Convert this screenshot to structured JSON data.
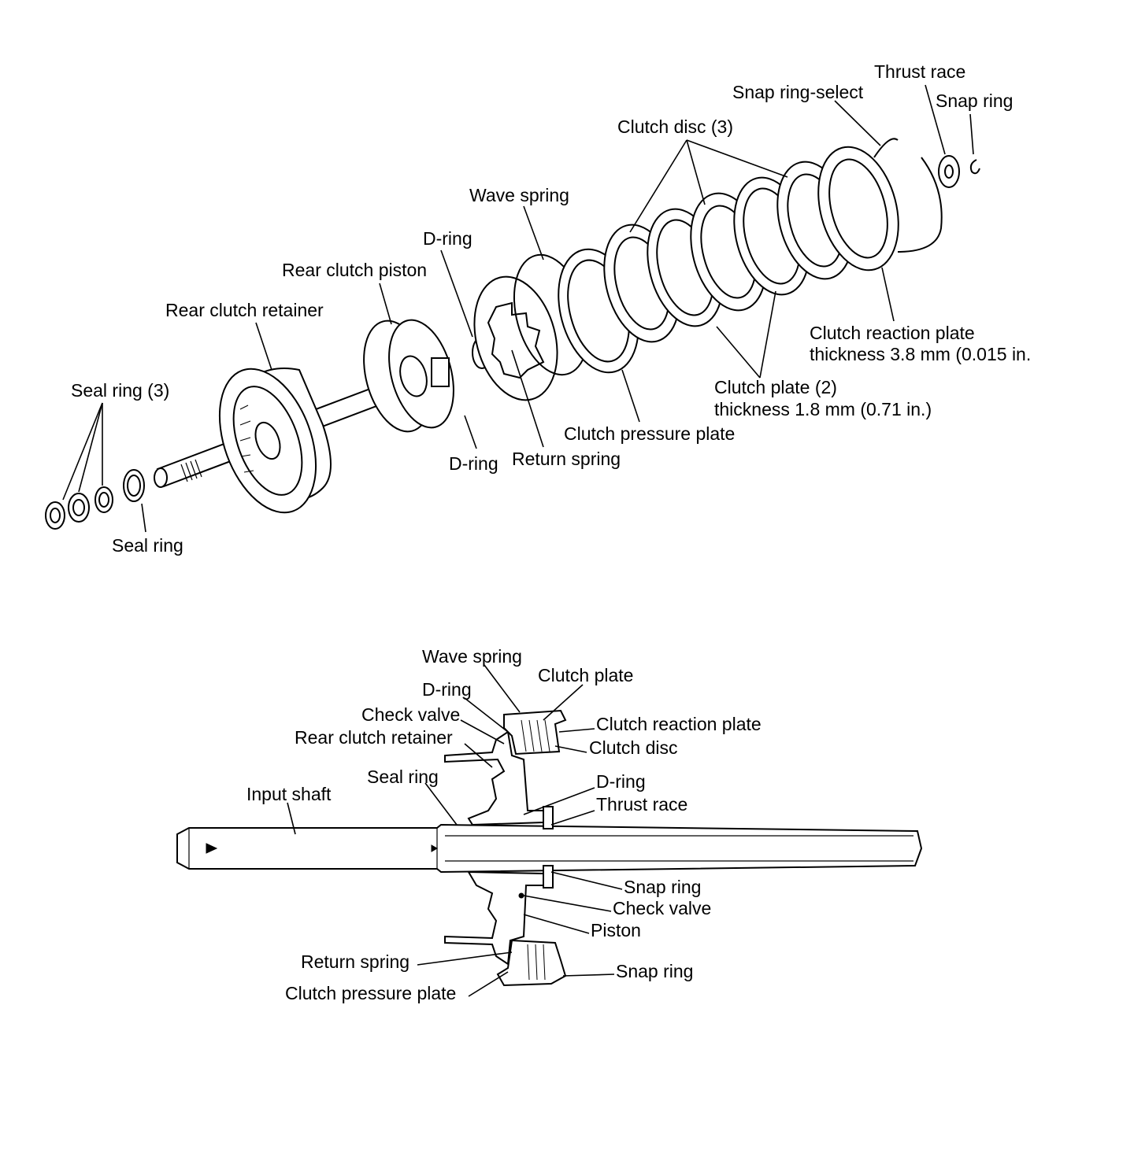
{
  "exploded_view": {
    "labels": {
      "thrust_race": "Thrust race",
      "snap_ring_select": "Snap ring-select",
      "snap_ring": "Snap ring",
      "clutch_disc": "Clutch disc (3)",
      "wave_spring": "Wave spring",
      "d_ring_top": "D-ring",
      "rear_clutch_piston": "Rear clutch piston",
      "rear_clutch_retainer": "Rear clutch retainer",
      "seal_ring_3": "Seal ring (3)",
      "seal_ring": "Seal ring",
      "d_ring_bottom": "D-ring",
      "return_spring": "Return spring",
      "clutch_pressure_plate": "Clutch pressure plate",
      "clutch_plate_line1": "Clutch plate (2)",
      "clutch_plate_line2": "thickness 1.8 mm (0.71 in.)",
      "clutch_reaction_line1": "Clutch reaction plate",
      "clutch_reaction_line2": "thickness 3.8 mm (0.015 in."
    }
  },
  "section_view": {
    "labels": {
      "wave_spring": "Wave spring",
      "clutch_plate": "Clutch plate",
      "d_ring_top": "D-ring",
      "check_valve_top": "Check valve",
      "clutch_reaction_plate": "Clutch reaction plate",
      "rear_clutch_retainer": "Rear clutch retainer",
      "clutch_disc": "Clutch disc",
      "seal_ring": "Seal ring",
      "d_ring_mid": "D-ring",
      "input_shaft": "Input shaft",
      "thrust_race": "Thrust race",
      "snap_ring_mid": "Snap ring",
      "check_valve_bottom": "Check valve",
      "piston": "Piston",
      "return_spring": "Return spring",
      "snap_ring_bottom": "Snap ring",
      "clutch_pressure_plate": "Clutch pressure plate"
    }
  }
}
